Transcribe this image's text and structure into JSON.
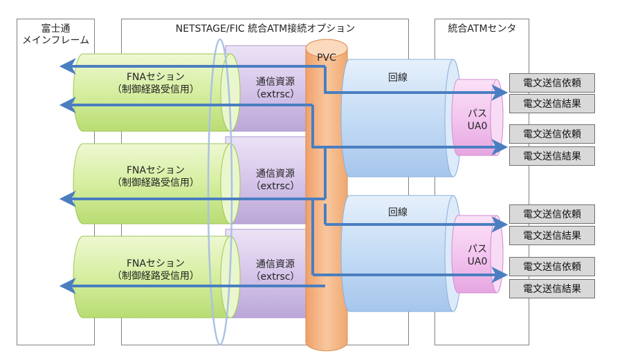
{
  "frames": {
    "fujitsu_mainframe": [
      "富士通",
      "メインフレーム"
    ],
    "netstage_fic": "NETSTAGE/FIC  統合ATM接続オプション",
    "atm_center": "統合ATMセンタ"
  },
  "fna_sessions": [
    {
      "line1": "FNAセション",
      "line2": "（制御経路受信用）"
    },
    {
      "line1": "FNAセション",
      "line2": "（制御経路受信用）"
    },
    {
      "line1": "FNAセション",
      "line2": "（制御経路受信用）"
    }
  ],
  "comm_resources": [
    {
      "line1": "通信資源",
      "line2": "（extrsc）"
    },
    {
      "line1": "通信資源",
      "line2": "（extrsc）"
    },
    {
      "line1": "通信資源",
      "line2": "（extrsc）"
    }
  ],
  "pvc_label": "PVC",
  "circuits": [
    {
      "label": "回線"
    },
    {
      "label": "回線"
    }
  ],
  "paths": [
    {
      "line1": "パス",
      "line2": "UA0"
    },
    {
      "line1": "パス",
      "line2": "UA0"
    }
  ],
  "messages": [
    "電文送信依頼",
    "電文送信結果",
    "電文送信依頼",
    "電文送信結果",
    "電文送信依頼",
    "電文送信結果",
    "電文送信依頼",
    "電文送信結果"
  ],
  "colors": {
    "frame_border": "#7f7f7f",
    "fna_fill": "#d7eda0",
    "resource_fill": "#d6c6ea",
    "pvc_fill": "#f5b98a",
    "circuit_fill": "#c5dcf5",
    "path_fill": "#f3c6ef",
    "message_fill": "#d9d9d9",
    "arrow": "#4a7ec0",
    "ring": "#a9c2e3"
  }
}
